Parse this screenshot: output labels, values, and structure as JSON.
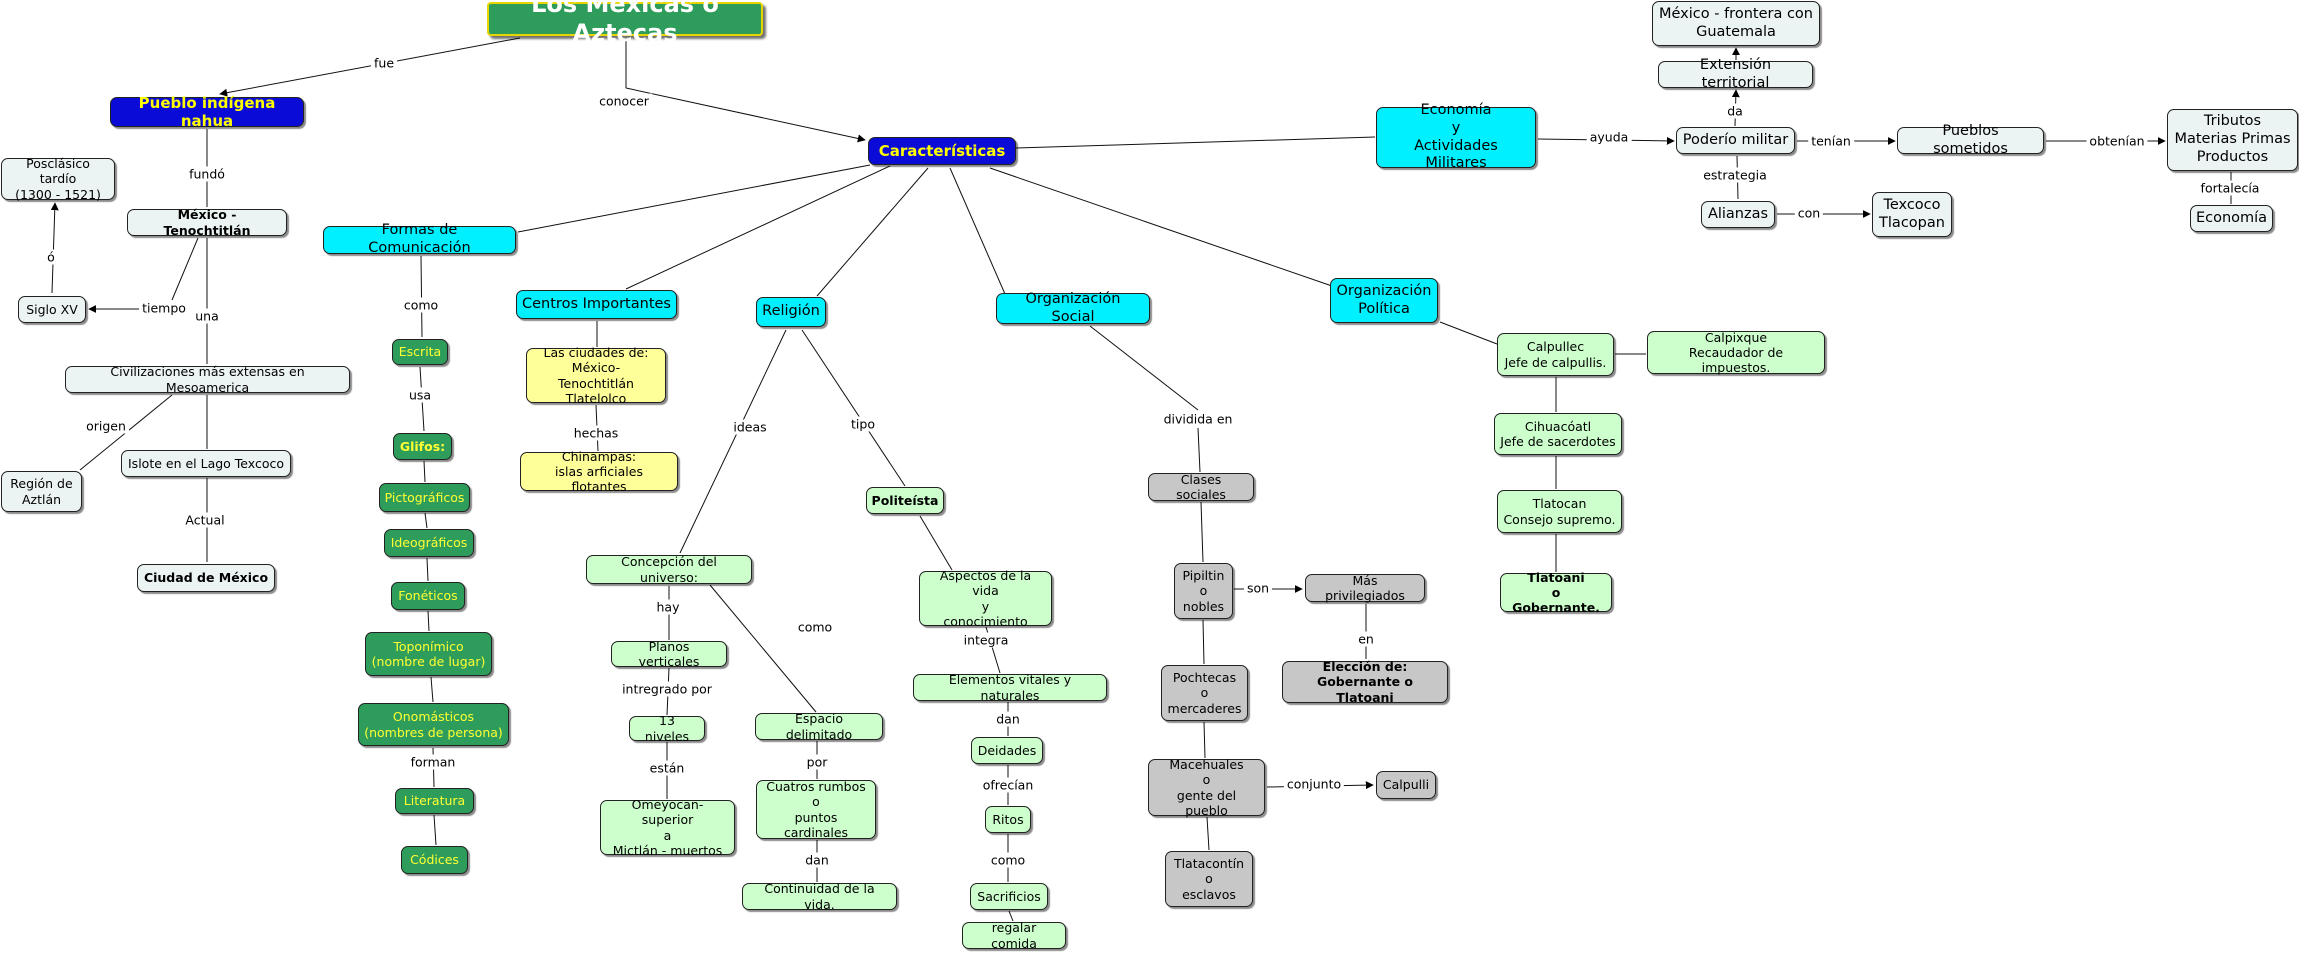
{
  "concepts": {
    "root": "Los Mexicas o Aztecas",
    "pueblo": "Pueblo indígena nahua",
    "tenochtitlan": "México - Tenochtitlán",
    "posclasico": "Posclásico tardío\n(1300 - 1521)",
    "siglo": "Siglo XV",
    "civilizaciones": "Civilizaciones más extensas en Mesoamerica",
    "region": "Región de\nAztlán",
    "islote": "Islote en el Lago Texcoco",
    "cdmx": "Ciudad de México",
    "caracteristicas": "Características",
    "formas": "Formas de Comunicación",
    "escrita": "Escrita",
    "glifos": "Glifos:",
    "pictograficos": "Pictográficos",
    "ideograficos": "Ideográficos",
    "foneticos": "Fonéticos",
    "toponimico": "Toponímico\n(nombre de lugar)",
    "onomasticos": "Onomásticos\n(nombres de persona)",
    "literatura": "Literatura",
    "codices": "Códices",
    "centros": "Centros Importantes",
    "ciudades": "Las ciudades de:\nMéxico- Tenochtitlán\nTlatelolco",
    "chinampas": "Chinampas:\nislas arficiales flotantes",
    "religion": "Religión",
    "concepcion": "Concepción del universo:",
    "planos": "Planos verticales",
    "niveles": "13 niveles",
    "omeyocan": "Omeyocan-superior\na\nMictlán - muertos",
    "espacio": "Espacio delimitado",
    "cuatro": "Cuatros rumbos\no\npuntos cardinales",
    "continuidad": "Continuidad de la vida.",
    "politeista": "Politeísta",
    "aspectos": "Aspectos de la vida\ny\nconocimiento",
    "elementos": "Elementos vitales y naturales",
    "deidades": "Deidades",
    "ritos": "Ritos",
    "sacrificios": "Sacrificios",
    "regalar": "regalar comida",
    "orgsocial": "Organización Social",
    "clases": "Clases sociales",
    "pipiltin": "Pipiltin\no\nnobles",
    "privilegiados": "Más privilegiados",
    "eleccion": "Elección de:\nGobernante o Tlatoani",
    "pochtecas": "Pochtecas\no\nmercaderes",
    "macehuales": "Macehuales\no\ngente del pueblo",
    "calpulli": "Calpulli",
    "tlatacontin": "Tlatacontín\no\nesclavos",
    "orgpolitica": "Organización\nPolítica",
    "calpullec": "Calpullec\nJefe de calpullis.",
    "calpixque": "Calpixque\nRecaudador de impuestos.",
    "cihuacoatl": "Cihuacóatl\nJefe de sacerdotes",
    "tlatocan": "Tlatocan\nConsejo supremo.",
    "tlatoani": "Tlatoani\no Gobernante.",
    "economia": "Economía\ny\nActividades Militares",
    "poderio": "Poderío militar",
    "extension": "Extensión territorial",
    "frontera": "México - frontera con\nGuatemala",
    "pueblos": "Pueblos sometidos",
    "tributos": "Tributos\nMaterias Primas\nProductos",
    "economia2": "Economía",
    "alianzas": "Alianzas",
    "texcoco": "Texcoco\nTlacopan"
  },
  "links": {
    "fue": "fue",
    "conocer": "conocer",
    "fundo": "fundó",
    "tiempo": "tiempo",
    "o": "ó",
    "una": "una",
    "origen": "origen",
    "actual": "Actual",
    "como1": "como",
    "usa": "usa",
    "forman": "forman",
    "hechas": "hechas",
    "ideas": "ideas",
    "tipo": "tipo",
    "hay": "hay",
    "integrado": "intregrado por",
    "estan": "están",
    "como2": "como",
    "por": "por",
    "dan1": "dan",
    "integra": "integra",
    "dan2": "dan",
    "ofrecian": "ofrecían",
    "como3": "como",
    "dividida": "dividida en",
    "son": "son",
    "en": "en",
    "conjunto": "conjunto",
    "ayuda": "ayuda",
    "da": "da",
    "tenian": "tenían",
    "obtenian": "obtenían",
    "fortalecia": "fortalecía",
    "estrategia": "estrategia",
    "con": "con"
  }
}
